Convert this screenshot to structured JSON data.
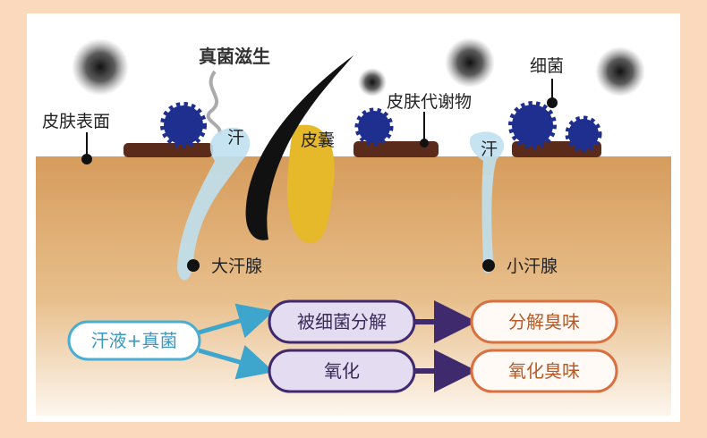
{
  "labels": {
    "fungus_growth": "真菌滋生",
    "skin_surface": "皮肤表面",
    "sweat_left": "汗",
    "follicle": "皮囊",
    "skin_metabolite": "皮肤代谢物",
    "bacteria": "细菌",
    "sweat_right": "汗",
    "apocrine_gland": "大汗腺",
    "eccrine_gland": "小汗腺"
  },
  "flow": {
    "source": "汗液+真菌",
    "process_1": "被细菌分解",
    "process_2": "氧化",
    "result_1": "分解臭味",
    "result_2": "氧化臭味"
  },
  "colors": {
    "background": "#fbd9bd",
    "skin": "#d9a265",
    "sweat": "#bfe0ee",
    "source_border": "#4aaed2",
    "process_fill": "#e4dcf1",
    "process_border": "#3f2a6e",
    "result_border": "#d9703f",
    "result_text": "#b85a28"
  }
}
